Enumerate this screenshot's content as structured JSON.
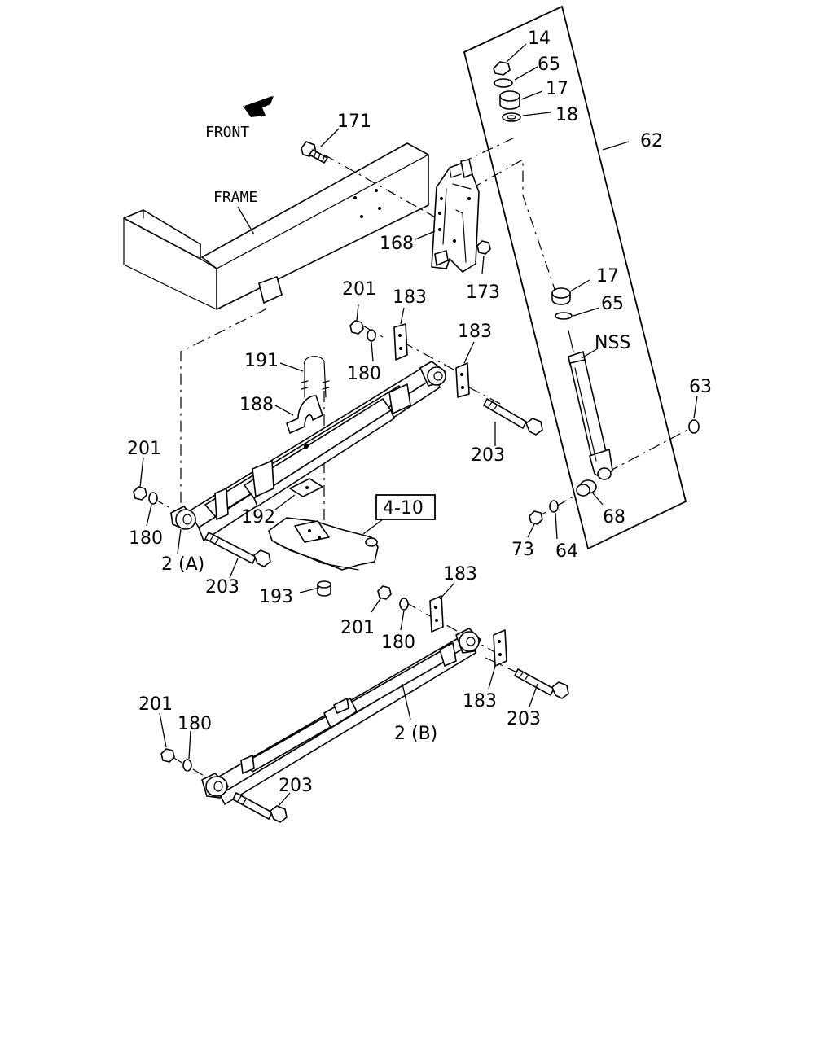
{
  "direction": {
    "front": "FRONT",
    "arrow_icon": "front-arrow-icon"
  },
  "frame_label": "FRAME",
  "ref_box": "4-10",
  "labels": {
    "p14": "14",
    "p65_top": "65",
    "p17_top": "17",
    "p18": "18",
    "p62": "62",
    "p171": "171",
    "p168": "168",
    "p173": "173",
    "p17_mid": "17",
    "p65_mid": "65",
    "nss": "NSS",
    "p63": "63",
    "p68": "68",
    "p73": "73",
    "p64": "64",
    "p201_a": "201",
    "p183_a": "183",
    "p183_b": "183",
    "p180_a": "180",
    "p191": "191",
    "p188": "188",
    "p203_a": "203",
    "p201_b": "201",
    "p180_b": "180",
    "p192": "192",
    "p2a": "2 (A)",
    "p203_b": "203",
    "p193": "193",
    "p201_c": "201",
    "p183_c": "183",
    "p180_c": "180",
    "p183_d": "183",
    "p203_c": "203",
    "p2b": "2 (B)",
    "p201_d": "201",
    "p180_d": "180",
    "p203_d": "203"
  }
}
